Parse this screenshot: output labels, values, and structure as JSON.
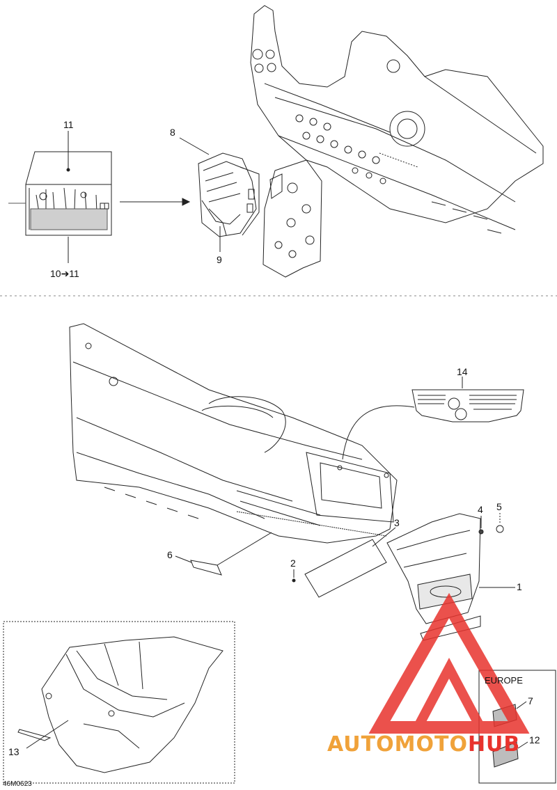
{
  "diagram": {
    "callouts": [
      "1",
      "2",
      "3",
      "4",
      "5",
      "6",
      "7",
      "8",
      "9",
      "10➔11",
      "11",
      "12",
      "13",
      "14"
    ],
    "region_label": "EUROPE",
    "drawing_code": "46M0623"
  },
  "watermark": {
    "text_part1": "AUTOMOTO",
    "text_part2": "HUB",
    "color_main": "#f0a23a",
    "color_accent": "#e8332d"
  }
}
